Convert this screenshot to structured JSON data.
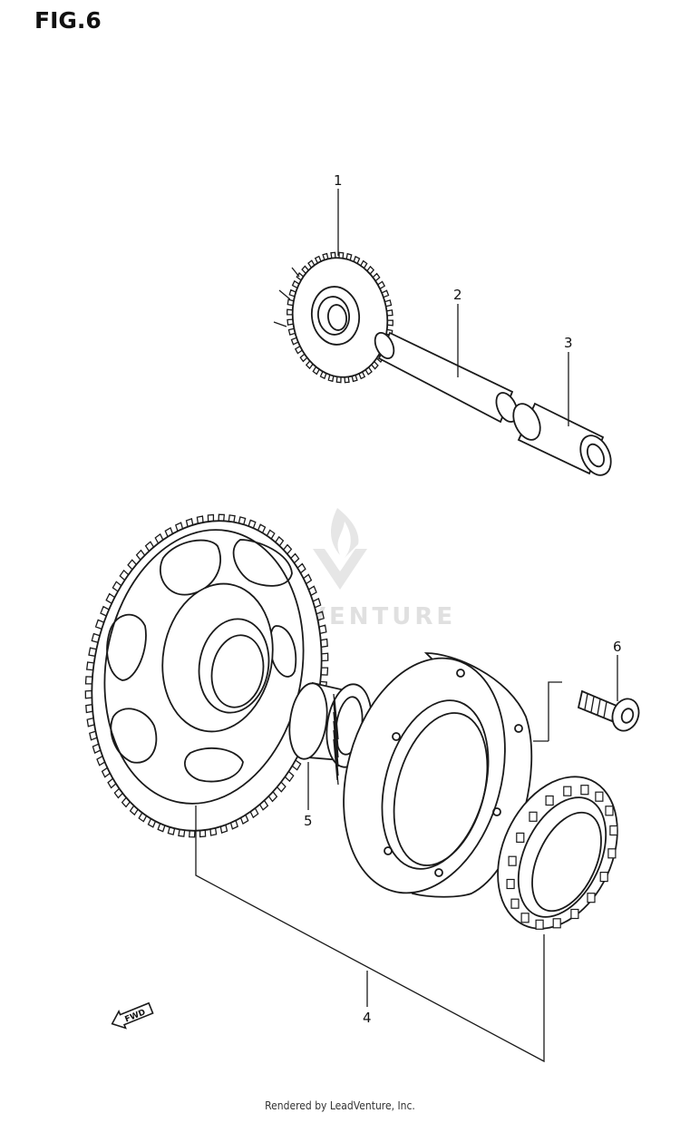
{
  "figure": {
    "title": "FIG.6"
  },
  "callouts": [
    {
      "id": "1",
      "label": "1"
    },
    {
      "id": "2",
      "label": "2"
    },
    {
      "id": "3",
      "label": "3"
    },
    {
      "id": "4",
      "label": "4"
    },
    {
      "id": "5",
      "label": "5"
    },
    {
      "id": "6",
      "label": "6"
    }
  ],
  "fwd_arrow": {
    "label": "FWD"
  },
  "watermark": {
    "text": "LEADVENTURE"
  },
  "footer": {
    "text": "Rendered by LeadVenture, Inc."
  },
  "colors": {
    "line": "#1a1a1a",
    "watermark": "#d9d9d9",
    "background": "#ffffff"
  }
}
